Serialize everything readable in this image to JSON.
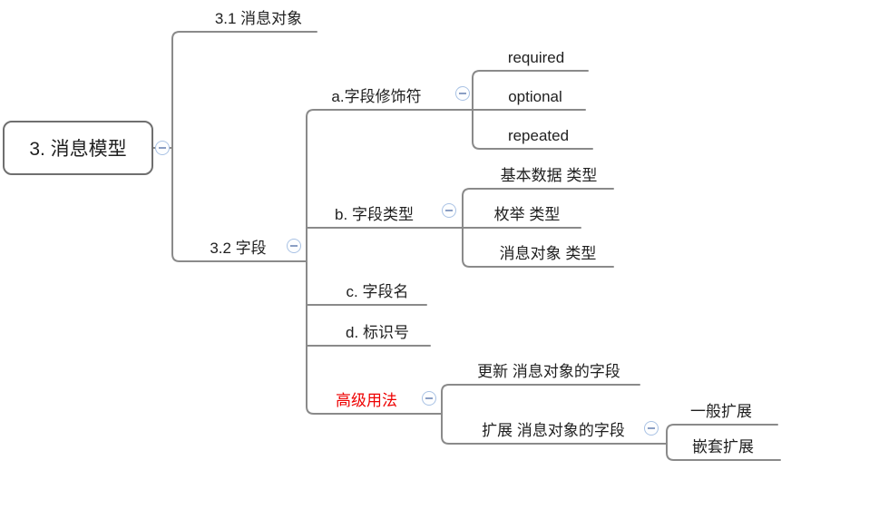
{
  "colors": {
    "line": "#8a8a8a",
    "root_border": "#6f6f6f",
    "text": "#1f1f1f",
    "advanced_usage_red": "#ee0000",
    "collapse_ring": "#a9c2e4",
    "collapse_minus": "#8b9fc4"
  },
  "icons": {
    "collapse": "minus-circle"
  },
  "tree": {
    "label": "3. 消息模型",
    "children": [
      {
        "label": "3.1 消息对象"
      },
      {
        "label": "3.2 字段",
        "children": [
          {
            "label": "a.字段修饰符",
            "children": [
              {
                "label": "required"
              },
              {
                "label": "optional"
              },
              {
                "label": "repeated"
              }
            ]
          },
          {
            "label": "b. 字段类型",
            "children": [
              {
                "label": "基本数据 类型"
              },
              {
                "label": "枚举 类型"
              },
              {
                "label": "消息对象 类型"
              }
            ]
          },
          {
            "label": "c. 字段名"
          },
          {
            "label": "d. 标识号"
          },
          {
            "label": "高级用法",
            "text_color": "#ee0000",
            "children": [
              {
                "label": "更新 消息对象的字段"
              },
              {
                "label": "扩展 消息对象的字段",
                "children": [
                  {
                    "label": "一般扩展"
                  },
                  {
                    "label": "嵌套扩展"
                  }
                ]
              }
            ]
          }
        ]
      }
    ]
  }
}
